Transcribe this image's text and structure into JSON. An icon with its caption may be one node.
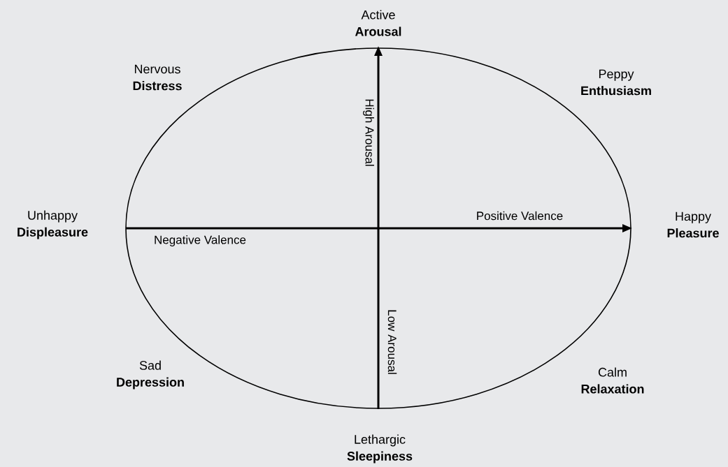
{
  "diagram": {
    "nodes": [
      {
        "text": [
          "Active",
          "Arousal"
        ]
      },
      {
        "text": [
          "Nervous",
          "Distress"
        ]
      },
      {
        "text": [
          "Peppy",
          "Enthusiasm"
        ]
      },
      {
        "text": [
          "Unhappy",
          "Displeasure"
        ]
      },
      {
        "text": [
          "Happy",
          "Pleasure"
        ]
      },
      {
        "text": [
          "Sad",
          "Depression"
        ]
      },
      {
        "text": [
          "Calm",
          "Relaxation"
        ]
      },
      {
        "text": [
          "Lethargic",
          "Sleepiness"
        ]
      }
    ],
    "labels": [
      "High Arousal",
      "Positive Valence",
      "Negative Valence",
      "Low Arousal"
    ]
  }
}
